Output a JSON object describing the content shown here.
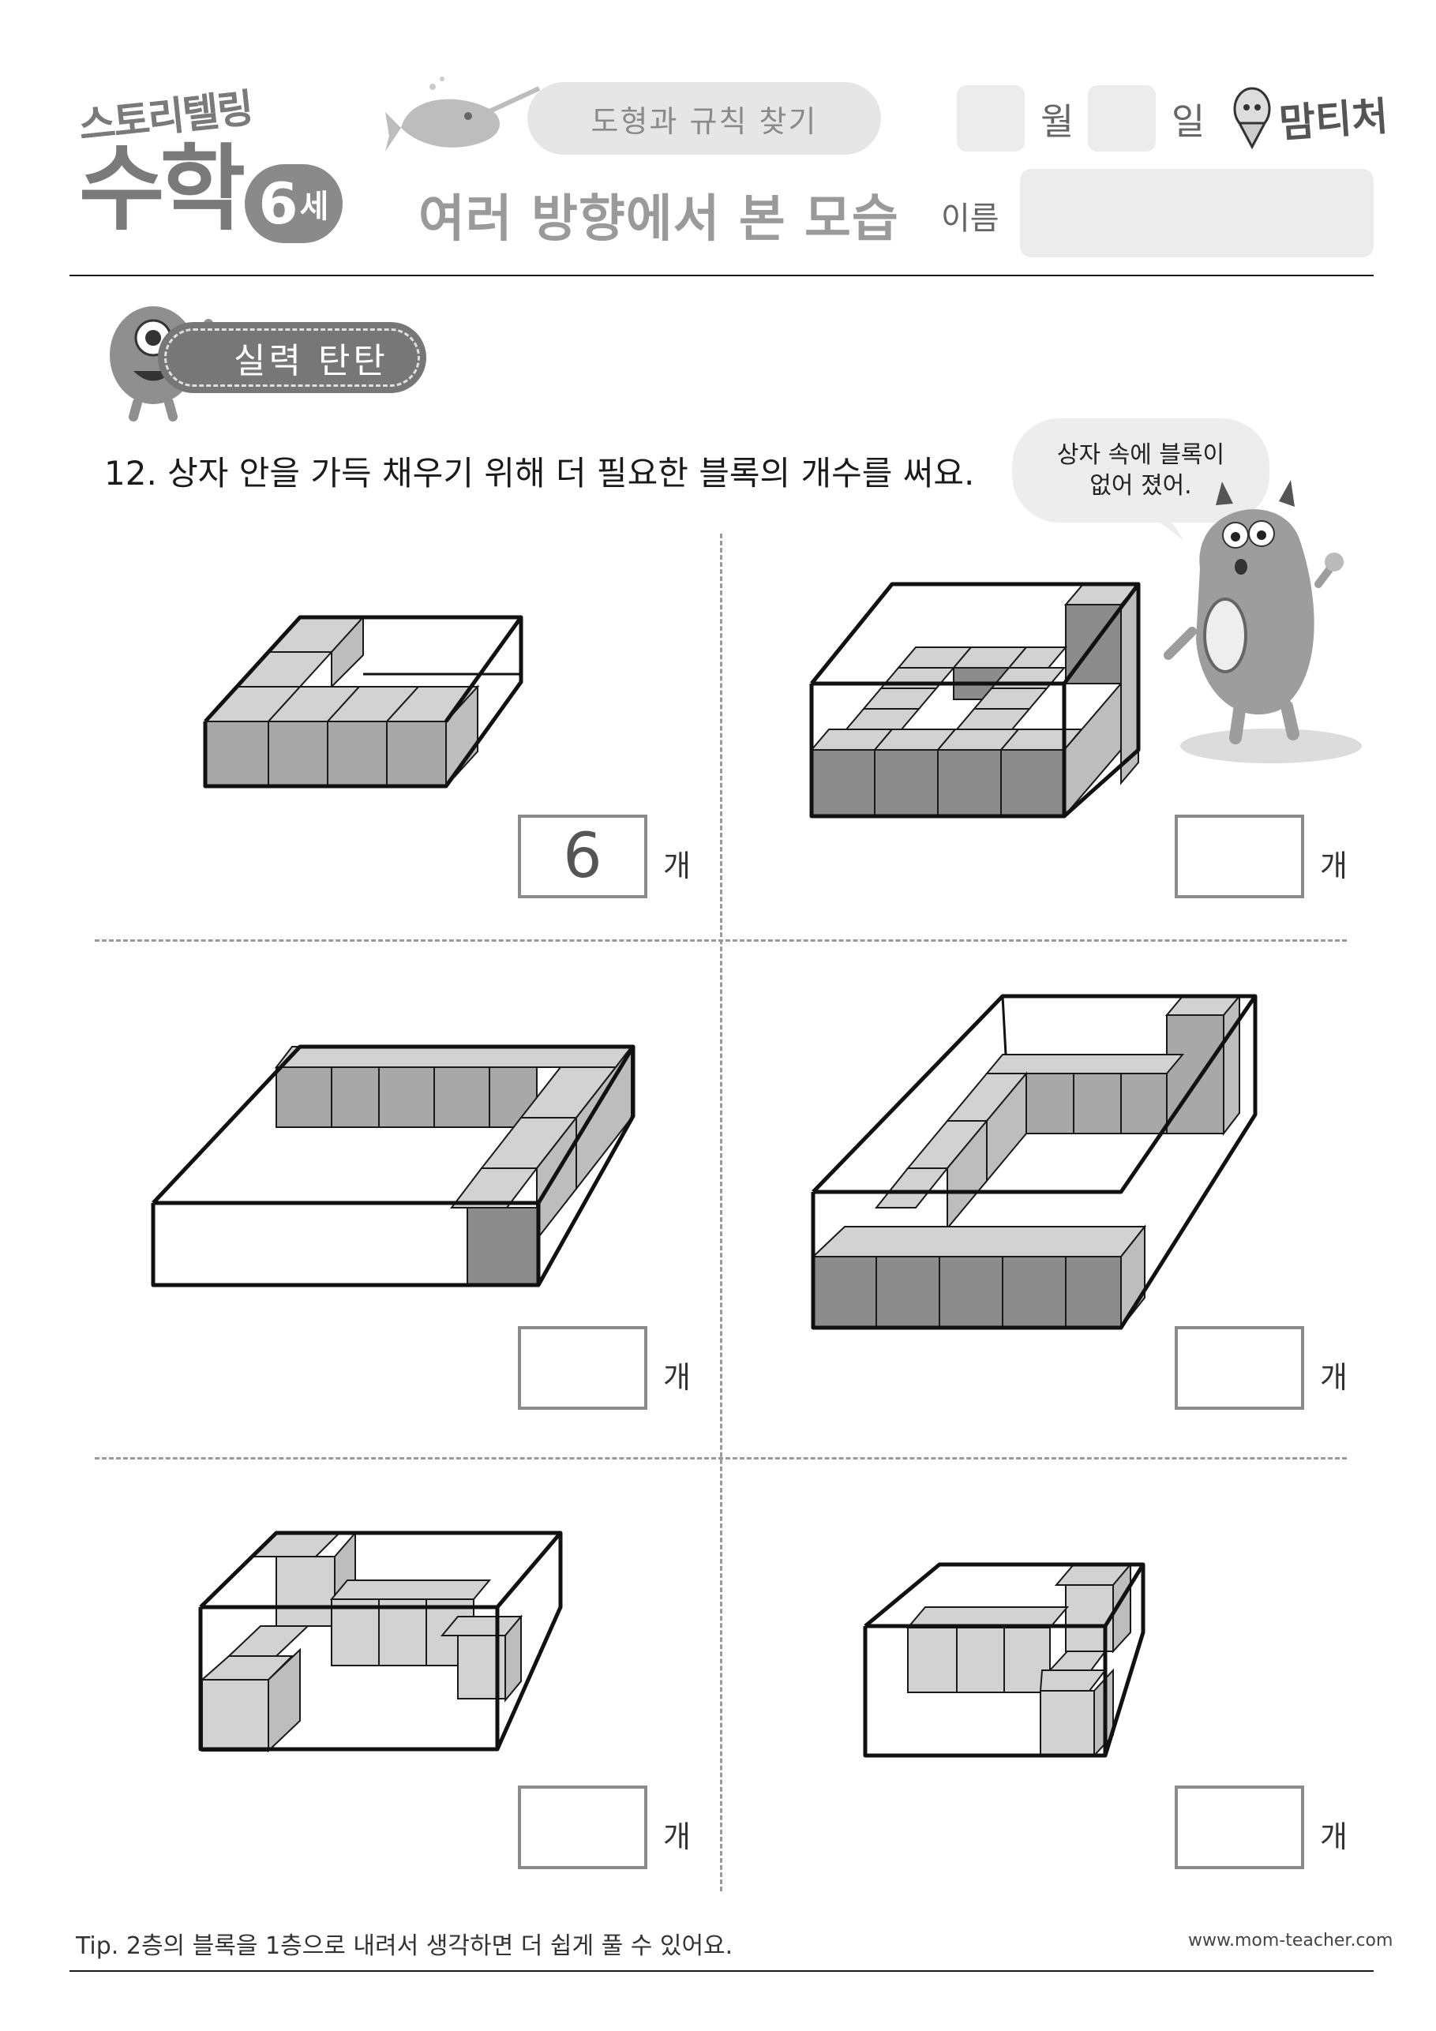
{
  "header": {
    "logo_line1": "스토리텔링",
    "logo_line2": "수학",
    "age_number": "6",
    "age_suffix": "세",
    "topic": "도형과 규칙 찾기",
    "subtitle": "여러 방향에서 본 모습",
    "month_label": "월",
    "day_label": "일",
    "name_label": "이름",
    "brand": "맘티처"
  },
  "section": {
    "label": "실력 탄탄"
  },
  "question": {
    "text": "12. 상자 안을 가득 채우기 위해 더 필요한 블록의 개수를 써요."
  },
  "speech_bubble": {
    "line1": "상자 속에 블록이",
    "line2": "없어 졌어."
  },
  "problems": [
    {
      "answer": "6",
      "unit": "개"
    },
    {
      "answer": "",
      "unit": "개"
    },
    {
      "answer": "",
      "unit": "개"
    },
    {
      "answer": "",
      "unit": "개"
    },
    {
      "answer": "",
      "unit": "개"
    },
    {
      "answer": "",
      "unit": "개"
    }
  ],
  "footer": {
    "tip": "Tip. 2층의 블록을 1층으로 내려서 생각하면 더 쉽게 풀 수 있어요.",
    "url": "www.mom-teacher.com"
  },
  "colors": {
    "ink": "#1a1a1a",
    "gray_badge": "#777777",
    "light_fill": "#ececec"
  }
}
